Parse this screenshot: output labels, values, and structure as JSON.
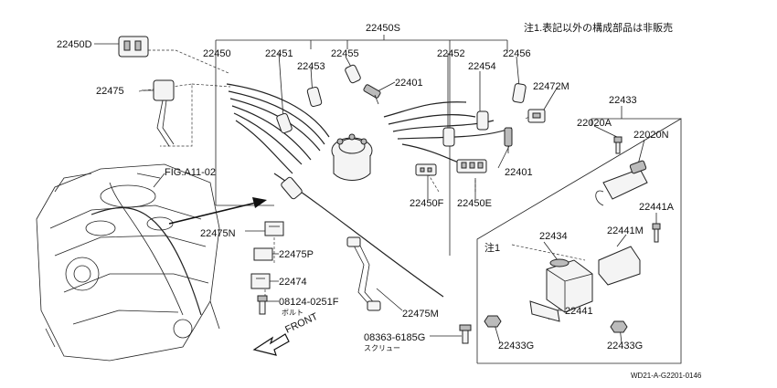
{
  "title_code": "22450S",
  "note_header": "注1.表記以外の構成部品は非販売",
  "note_ref": "注1",
  "fig_ref": "FIG.A11-02",
  "front_label": "FRONT",
  "watermark_code": "WD21-A-G2201-0146",
  "parts": {
    "p22450D": "22450D",
    "p22475": "22475",
    "p22450": "22450",
    "p22451": "22451",
    "p22453": "22453",
    "p22455": "22455",
    "p22401_top": "22401",
    "p22452": "22452",
    "p22454": "22454",
    "p22456": "22456",
    "p22472M": "22472M",
    "p22433": "22433",
    "p22020A": "22020A",
    "p22020N": "22020N",
    "p22401_low": "22401",
    "p22450F": "22450F",
    "p22450E": "22450E",
    "p22441A": "22441A",
    "p22441M": "22441M",
    "p22434": "22434",
    "p22475N": "22475N",
    "p22475P": "22475P",
    "p22474": "22474",
    "p08124": "08124-0251F",
    "p08124_sub": "ボルト",
    "p22475M": "22475M",
    "p22441": "22441",
    "p08363": "08363-6185G",
    "p08363_sub": "スクリュー",
    "p22433G_left": "22433G",
    "p22433G_right": "22433G"
  }
}
